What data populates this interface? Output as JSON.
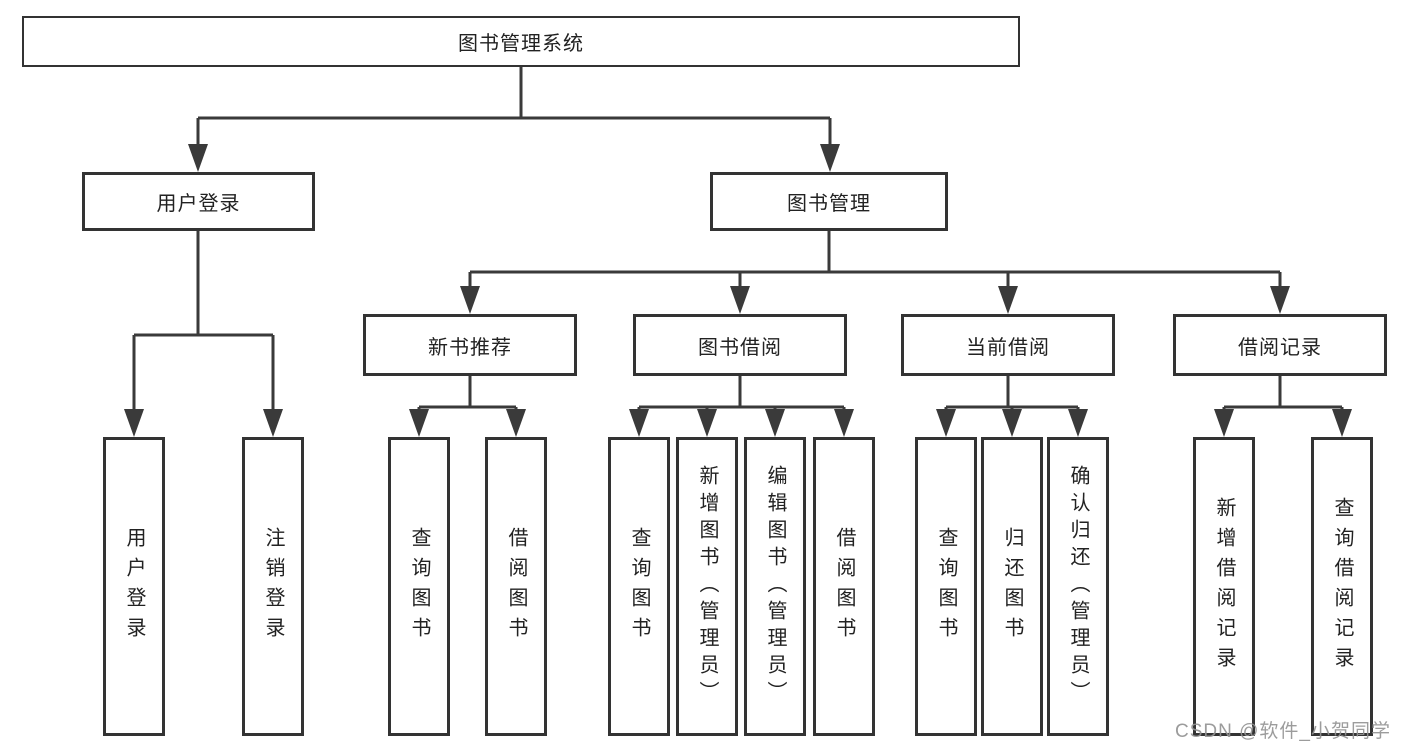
{
  "nodes": {
    "root": "图书管理系统",
    "user_login": "用户登录",
    "book_management": "图书管理",
    "new_book_recommend": "新书推荐",
    "book_borrow": "图书借阅",
    "current_borrow": "当前借阅",
    "borrow_record": "借阅记录",
    "leaf_user_login": "用户登录",
    "leaf_logout": "注销登录",
    "leaf_rec_query_book": "查询图书",
    "leaf_rec_borrow_book": "借阅图书",
    "leaf_bb_query_book": "查询图书",
    "leaf_bb_add_book": "新增图书（管理员）",
    "leaf_bb_edit_book": "编辑图书（管理员）",
    "leaf_bb_borrow_book": "借阅图书",
    "leaf_cb_query_book": "查询图书",
    "leaf_cb_return_book": "归还图书",
    "leaf_cb_confirm_return": "确认归还（管理员）",
    "leaf_br_add_record": "新增借阅记录",
    "leaf_br_query_record": "查询借阅记录"
  },
  "watermark": {
    "text": "CSDN @软件_小贺同学"
  },
  "colors": {
    "line": "#3a3a3a",
    "border": "#333333",
    "text": "#222222",
    "background": "#ffffff",
    "watermark": "#949494"
  }
}
